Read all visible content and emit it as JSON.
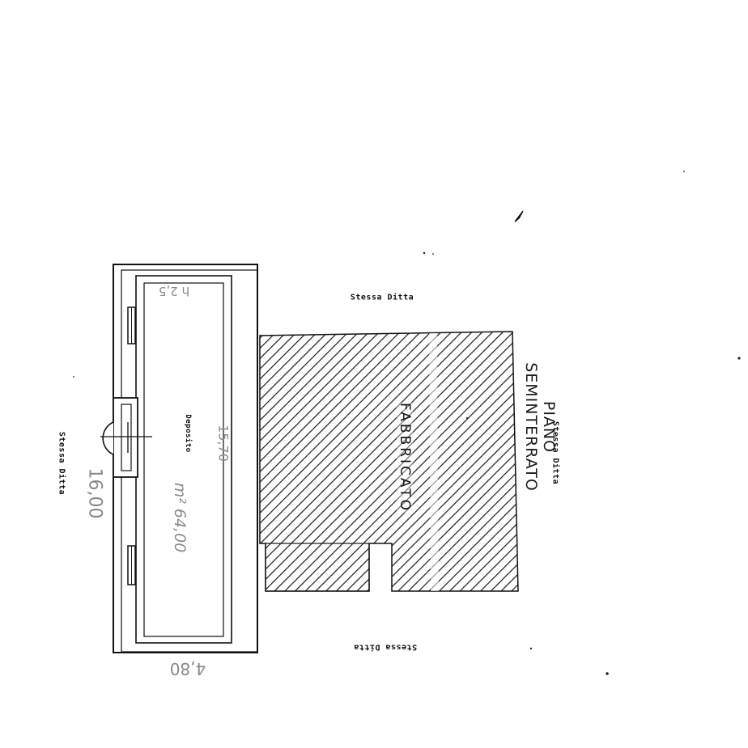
{
  "plan": {
    "title_line1": "PIANO",
    "title_line2": "SEMINTERRATO",
    "room_label": "Deposito",
    "hatched_area_label": "FABBRICATO",
    "boundary_labels": {
      "top": "Stessa Ditta",
      "right": "Stessa Ditta",
      "bottom": "Stessa Ditta",
      "left": "Stessa Ditta"
    },
    "handwritten": {
      "length": "16,00",
      "width": "4,80",
      "room_length": "15,70",
      "area": "m² 64,00",
      "height": "h 2,5"
    }
  }
}
